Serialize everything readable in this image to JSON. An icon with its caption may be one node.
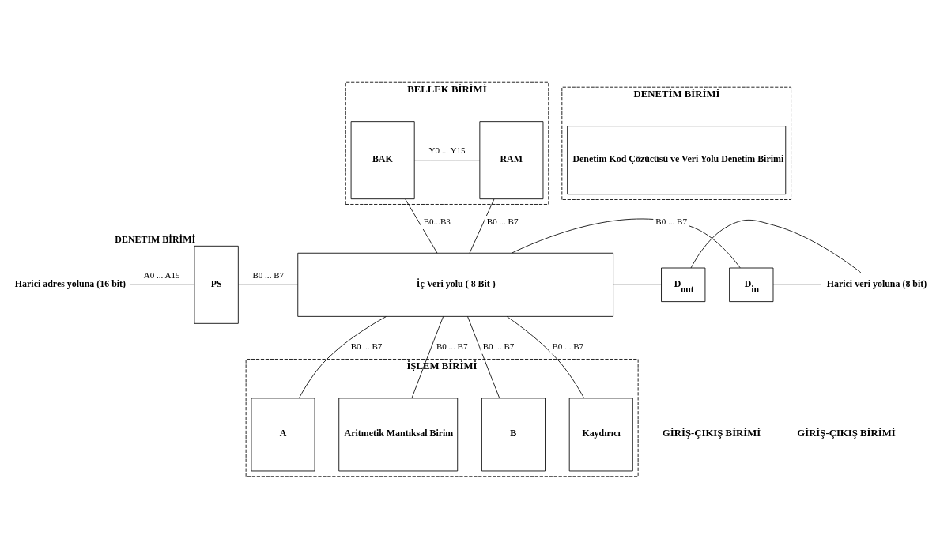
{
  "diagram": {
    "nodes": [
      {
        "text": [
          "BELLEK BİRİMİ"
        ]
      },
      {
        "text": [
          "BAK"
        ],
        "in": 0
      },
      {
        "text": [
          "RAM"
        ],
        "in": 0
      },
      {
        "text": [
          "DENETİM BİRİMİ"
        ]
      },
      {
        "text": [
          "Denetim Kod Çözücüsü ve Veri Yolu Denetim Birimi"
        ],
        "in": 3
      },
      {
        "text": [
          "Harici adres yoluna (16 bit)"
        ]
      },
      {
        "text": [
          "PS"
        ],
        "beside": [
          "DENETIM BİRİMİ"
        ]
      },
      {
        "text": [
          "İç Veri yolu ( 8 Bit )"
        ]
      },
      {
        "text": [
          "D$_{in}$"
        ]
      },
      {
        "text": [
          "D$_{out}$"
        ]
      },
      {
        "text": [
          "Harici veri yoluna (8 bit)"
        ]
      },
      {
        "text": [
          "İŞLEM BİRİMİ"
        ]
      },
      {
        "text": [
          "A"
        ],
        "in": 11
      },
      {
        "text": [
          "Aritmetik Mantıksal Birim"
        ],
        "in": 11
      },
      {
        "text": [
          "B"
        ],
        "in": 11
      },
      {
        "text": [
          "Kaydırıcı"
        ],
        "in": 11
      }
    ],
    "edges": [
      {
        "from": 1,
        "to": 2,
        "arrow": "none",
        "label": "Y0 ... Y15"
      },
      {
        "from": 1,
        "to": 7,
        "arrow": "none",
        "label": "B0...B3"
      },
      {
        "from": 2,
        "to": 7,
        "arrow": "none",
        "label": "B0 ... B7"
      },
      {
        "from": 5,
        "to": 6,
        "arrow": "none",
        "label": "A0 ... A15"
      },
      {
        "from": 6,
        "to": 7,
        "arrow": "none",
        "label": "B0 ... B7"
      },
      {
        "from": 7,
        "to": 8,
        "arrow": "none",
        "label": "B0 ... B7"
      },
      {
        "from": 7,
        "to": 9,
        "arrow": "none"
      },
      {
        "from": 8,
        "to": 10,
        "arrow": "none"
      },
      {
        "from": 9,
        "to": 10,
        "arrow": "none"
      },
      {
        "from": 7,
        "to": 12,
        "arrow": "none",
        "label": "B0 ... B7"
      },
      {
        "from": 7,
        "to": 13,
        "arrow": "none",
        "label": "B0 ... B7"
      },
      {
        "from": 7,
        "to": 14,
        "arrow": "none",
        "label": "B0 ... B7"
      },
      {
        "from": 7,
        "to": 15,
        "arrow": "none",
        "label": "B0 ... B7"
      }
    ],
    "labels": [
      "GİRİŞ-ÇIKIŞ BİRİMİ",
      "GİRİŞ-ÇIKIŞ BİRİMİ"
    ]
  }
}
